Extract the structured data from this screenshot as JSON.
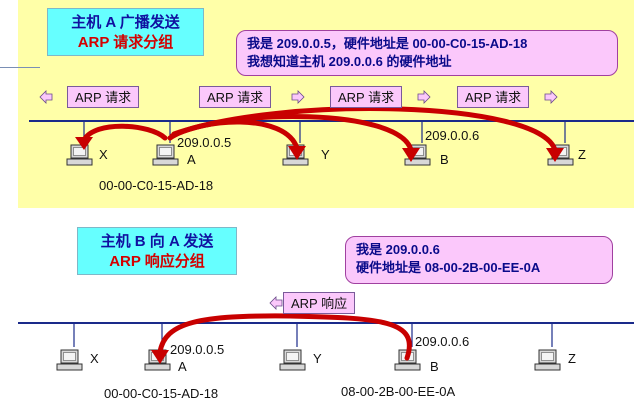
{
  "top": {
    "title_line1": "主机 A 广播发送",
    "title_line2": "ARP 请求分组",
    "callout_line1": "我是 209.0.0.5，硬件地址是 00-00-C0-15-AD-18",
    "callout_line2": "我想知道主机 209.0.0.6 的硬件地址",
    "request_label": "ARP 请求",
    "hosts": {
      "x": "X",
      "a": "A",
      "y": "Y",
      "b": "B",
      "z": "Z"
    },
    "ip_a": "209.0.0.5",
    "ip_b": "209.0.0.6",
    "mac_a": "00-00-C0-15-AD-18"
  },
  "bottom": {
    "title_line1": "主机 B 向 A 发送",
    "title_line2": "ARP 响应分组",
    "callout_line1": "我是 209.0.0.6",
    "callout_line2": "硬件地址是 08-00-2B-00-EE-0A",
    "response_label": "ARP 响应",
    "hosts": {
      "x": "X",
      "a": "A",
      "y": "Y",
      "b": "B",
      "z": "Z"
    },
    "ip_a": "209.0.0.5",
    "ip_b": "209.0.0.6",
    "mac_a": "00-00-C0-15-AD-18",
    "mac_b": "08-00-2B-00-EE-0A"
  },
  "colors": {
    "top_background": "#ffffa8",
    "title_box": "#66ffff",
    "callout": "#fbc8fb",
    "arrow": "#c80000",
    "bus_line": "#1a2a8a"
  }
}
